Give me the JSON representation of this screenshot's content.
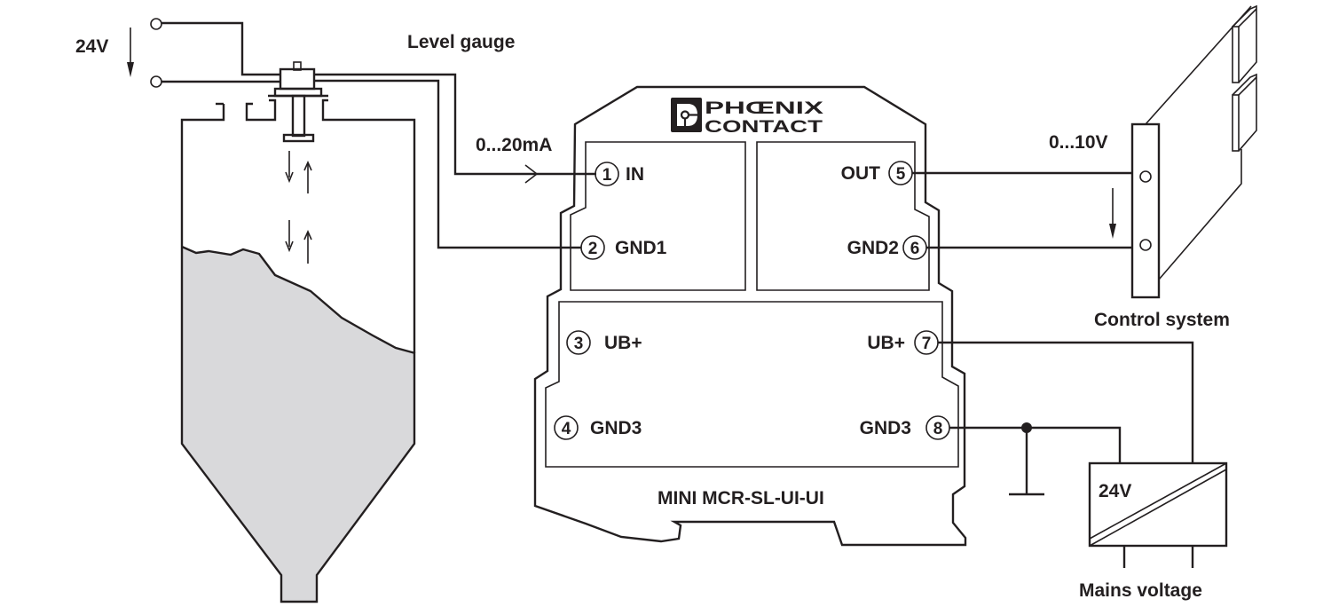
{
  "colors": {
    "line": "#231f20",
    "fill_material": "#d9d9db",
    "background": "#ffffff"
  },
  "supply": {
    "voltage_label": "24V",
    "arrow_icon": "arrow-down-icon"
  },
  "level_gauge": {
    "label": "Level gauge",
    "signal_label": "0...20mA"
  },
  "module": {
    "brand_line1": "PHŒNIX",
    "brand_line2": "CONTACT",
    "model": "MINI MCR-SL-UI-UI",
    "terminals": [
      {
        "num": "1",
        "label": "IN"
      },
      {
        "num": "2",
        "label": "GND1"
      },
      {
        "num": "3",
        "label": "UB+"
      },
      {
        "num": "4",
        "label": "GND3"
      },
      {
        "num": "5",
        "label": "OUT"
      },
      {
        "num": "6",
        "label": "GND2"
      },
      {
        "num": "7",
        "label": "UB+"
      },
      {
        "num": "8",
        "label": "GND3"
      }
    ]
  },
  "control_system": {
    "label": "Control system",
    "signal_label": "0...10V"
  },
  "power_supply": {
    "voltage_label": "24V",
    "mains_label": "Mains voltage"
  }
}
